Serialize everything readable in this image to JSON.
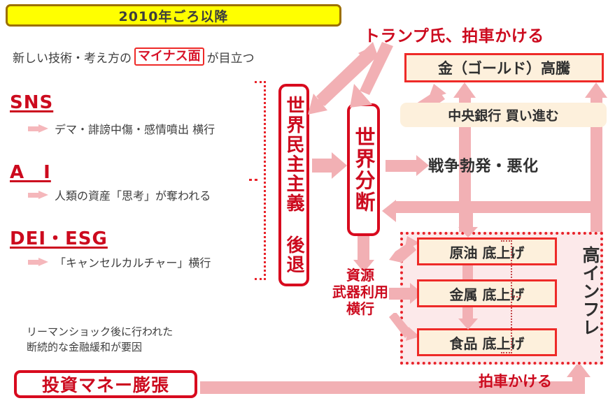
{
  "title": {
    "banner_text": "2010年ごろ以降"
  },
  "lead": {
    "prefix": "新しい技術・考え方の",
    "highlight": "マイナス面",
    "suffix": "が目立つ"
  },
  "topics": [
    {
      "heading": "SNS",
      "desc": "デマ・誹謗中傷・感情噴出 横行"
    },
    {
      "heading": "A　I",
      "desc": "人類の資産「思考」が奪われる"
    },
    {
      "heading": "DEI・ESG",
      "desc": "「キャンセルカルチャー」横行"
    }
  ],
  "note": {
    "line1": "リーマンショック後に行われた",
    "line2": "断続的な金融緩和が要因"
  },
  "boxes": {
    "money_expansion": "投資マネー膨張",
    "democracy_decline": "世界民主主義 後退",
    "world_division": "世界分断",
    "gold_surge": "金（ゴールド）高騰",
    "central_bank": "中央銀行 買い進む",
    "oil": "原油 底上げ",
    "metal": "金属 底上げ",
    "food": "食品 底上げ",
    "high_inflation": "高インフレ"
  },
  "labels": {
    "trump": "トランプ氏、拍車かける",
    "war": "戦争勃発・悪化",
    "resource_weapon_l1": "資源",
    "resource_weapon_l2": "武器利用",
    "resource_weapon_l3": "横行",
    "spur_bottom": "拍車かける"
  },
  "colors": {
    "banner_fill": "#ffff00",
    "banner_border": "#9c7000",
    "red": "#cc0a1e",
    "red_border": "#d80a1e",
    "pink_arrow": "#f2b0b4",
    "cream_fill": "#fdf0dc",
    "pink_zone_fill": "#fce9ea",
    "text_dark": "#2f2f2f"
  }
}
